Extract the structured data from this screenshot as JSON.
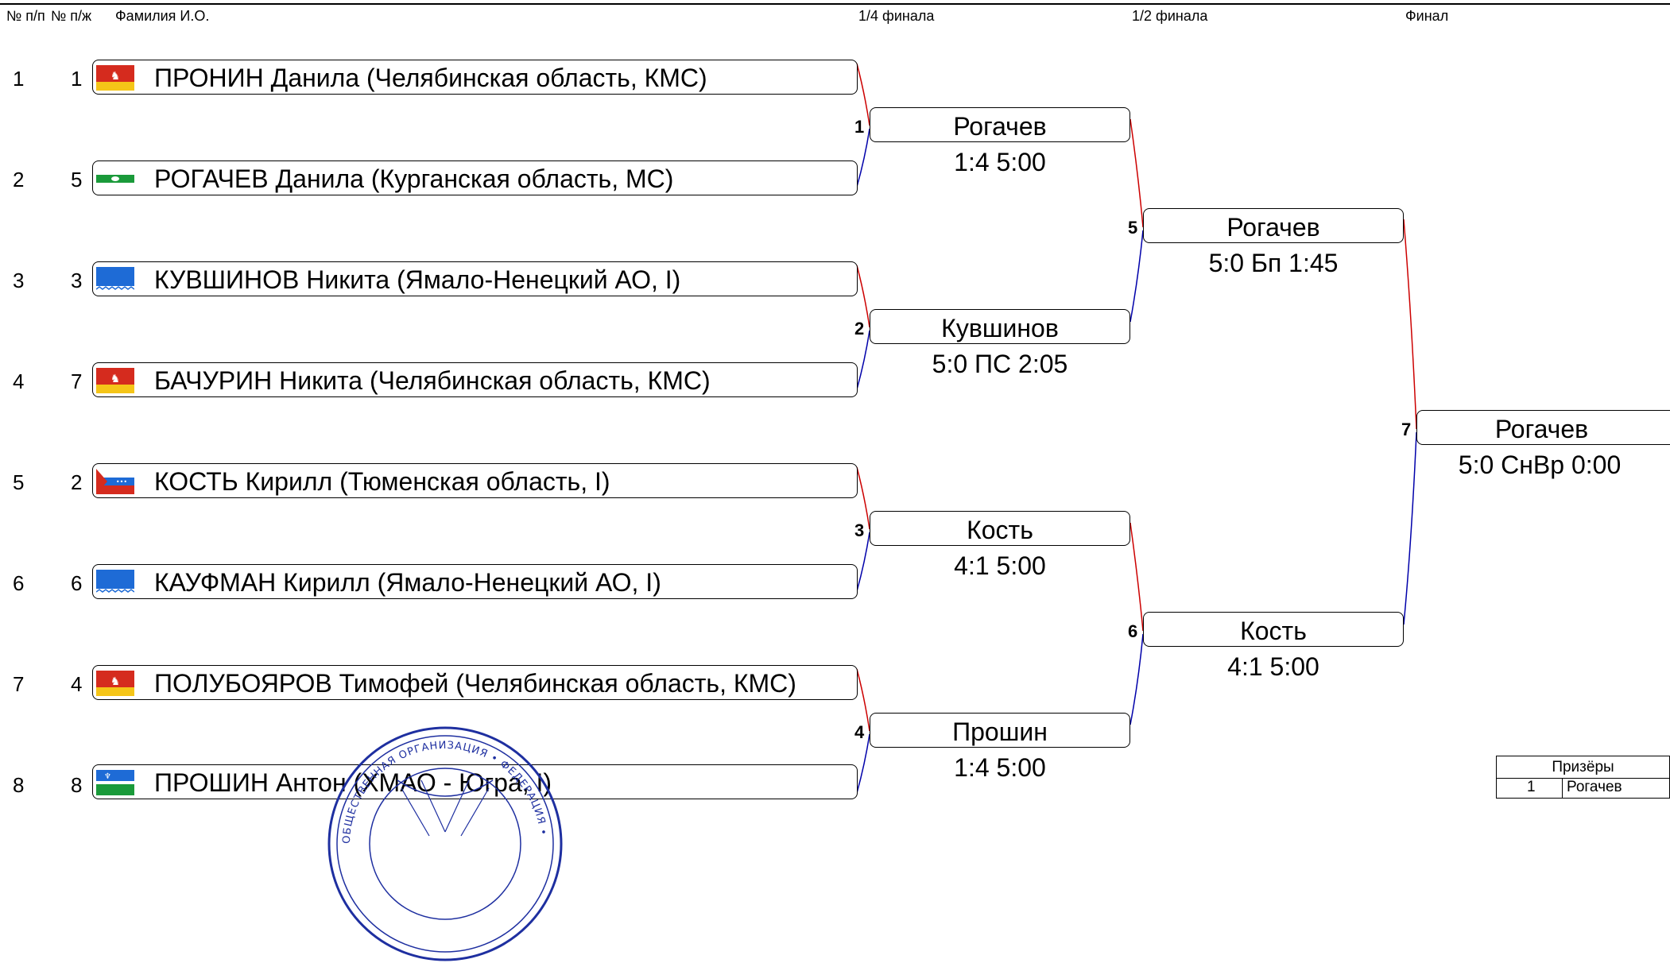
{
  "header": {
    "col_num": "№ п/п",
    "col_draw": "№ п/ж",
    "col_name": "Фамилия И.О.",
    "round_qf": "1/4 финала",
    "round_sf": "1/2 финала",
    "round_final": "Финал"
  },
  "participants": [
    {
      "index": "1",
      "draw": "1",
      "name": "ПРОНИН Данила (Челябинская область, КМС)",
      "flag": "chelyabinsk-flag-icon"
    },
    {
      "index": "2",
      "draw": "5",
      "name": "РОГАЧЕВ Данила (Курганская область, МС)",
      "flag": "kurgan-flag-icon"
    },
    {
      "index": "3",
      "draw": "3",
      "name": "КУВШИНОВ Никита (Ямало-Ненецкий АО, I)",
      "flag": "yamal-flag-icon"
    },
    {
      "index": "4",
      "draw": "7",
      "name": "БАЧУРИН Никита (Челябинская область, КМС)",
      "flag": "chelyabinsk-flag-icon"
    },
    {
      "index": "5",
      "draw": "2",
      "name": "КОСТЬ Кирилл (Тюменская область, I)",
      "flag": "tyumen-flag-icon"
    },
    {
      "index": "6",
      "draw": "6",
      "name": "КАУФМАН Кирилл (Ямало-Ненецкий АО, I)",
      "flag": "yamal-flag-icon"
    },
    {
      "index": "7",
      "draw": "4",
      "name": "ПОЛУБОЯРОВ Тимофей (Челябинская область, КМС)",
      "flag": "chelyabinsk-flag-icon"
    },
    {
      "index": "8",
      "draw": "8",
      "name": "ПРОШИН Антон (ХМАО - Югра, I)",
      "flag": "khmao-flag-icon"
    }
  ],
  "matches": [
    {
      "num": "1",
      "winner": "Рогачев",
      "score": "1:4  5:00"
    },
    {
      "num": "2",
      "winner": "Кувшинов",
      "score": "5:0 ПС  2:05"
    },
    {
      "num": "3",
      "winner": "Кость",
      "score": "4:1  5:00"
    },
    {
      "num": "4",
      "winner": "Прошин",
      "score": "1:4  5:00"
    },
    {
      "num": "5",
      "winner": "Рогачев",
      "score": "5:0 Бп  1:45"
    },
    {
      "num": "6",
      "winner": "Кость",
      "score": "4:1  5:00"
    },
    {
      "num": "7",
      "winner": "Рогачев",
      "score": "5:0 СнВр  0:00"
    }
  ],
  "prizes": {
    "title": "Призёры",
    "place": "1",
    "name": "Рогачев"
  },
  "colors": {
    "red_line": "#cc0000",
    "blue_line": "#0000aa",
    "stamp_blue": "#1e2fa0"
  }
}
